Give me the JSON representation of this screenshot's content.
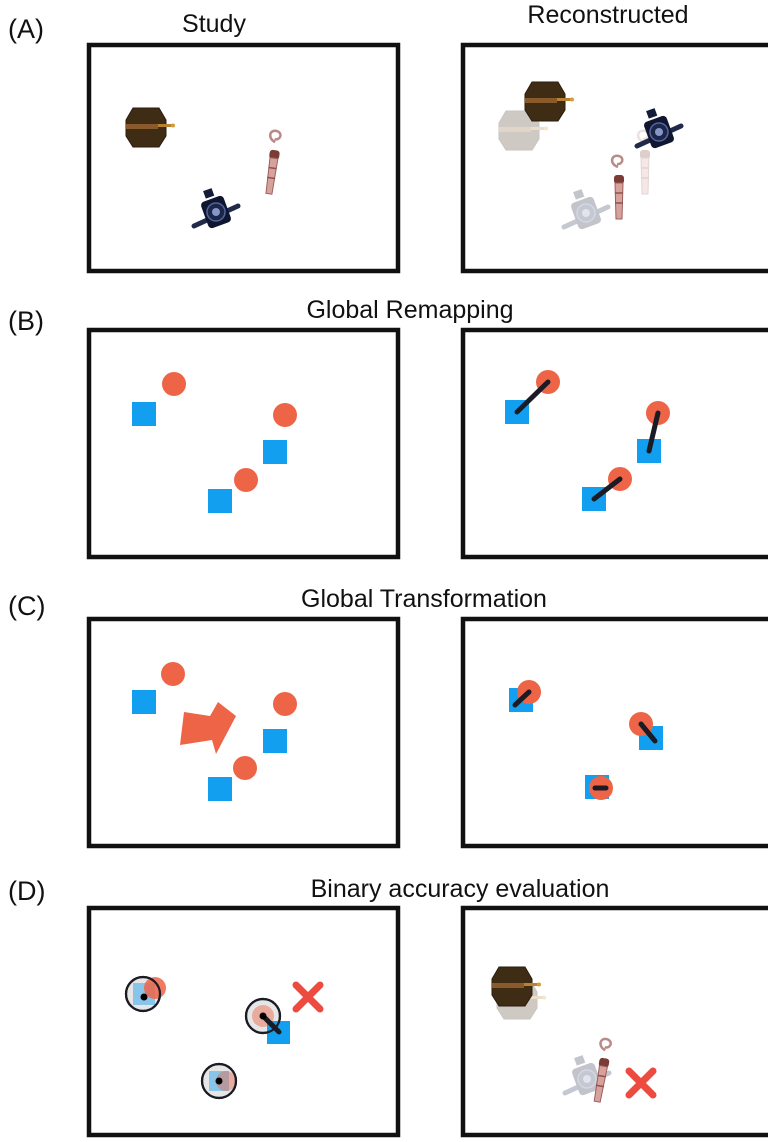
{
  "panels": [
    {
      "letter": "(A)",
      "left_title": "Study",
      "right_title": "Reconstructed"
    },
    {
      "letter": "(B)",
      "title": "Global Remapping"
    },
    {
      "letter": "(C)",
      "title": "Global Transformation"
    },
    {
      "letter": "(D)",
      "title": "Binary accuracy evaluation"
    }
  ],
  "colors": {
    "square": "#139ff0",
    "circle": "#ee6447",
    "cross": "#ee4b40",
    "frame": "#111111",
    "connector": "#1b1b25"
  },
  "icons": [
    "wooden-chest-icon",
    "gear-spoon-icon",
    "clothes-peg-icon",
    "cross-icon",
    "arrow-icon",
    "tolerance-radius-icon"
  ]
}
